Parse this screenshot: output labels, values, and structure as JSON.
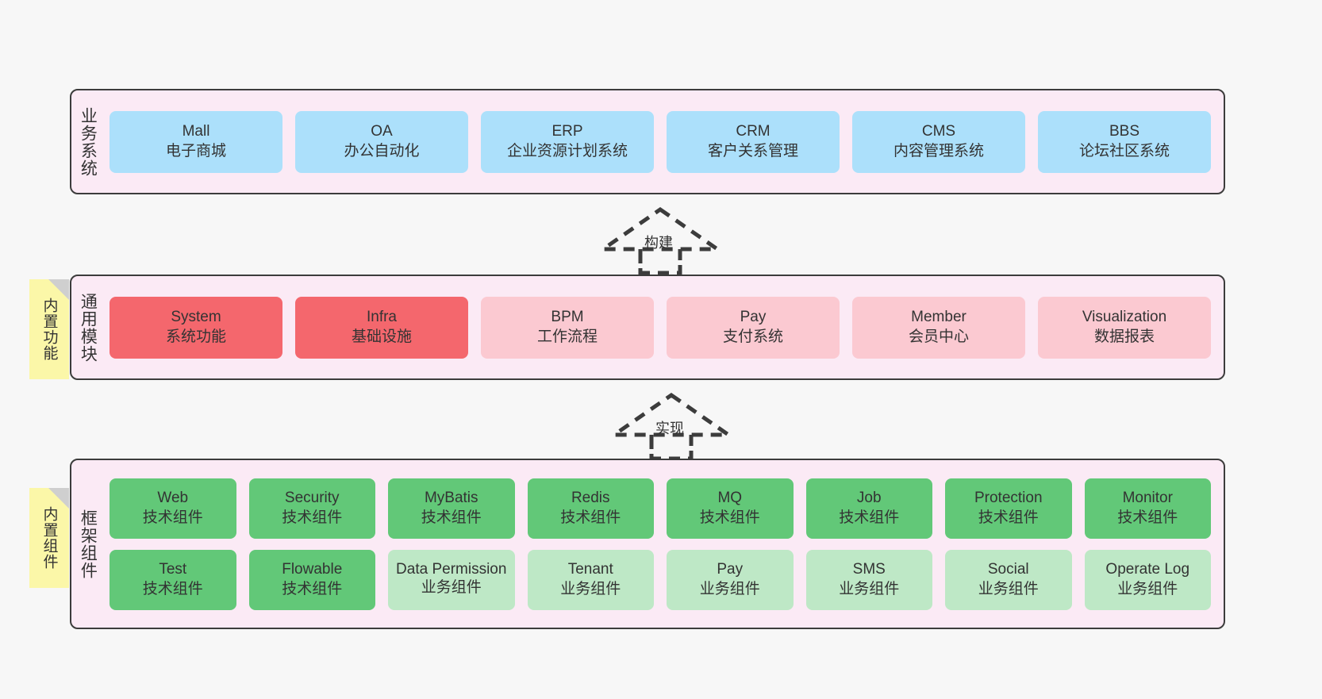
{
  "diagram": {
    "background_color": "#f7f7f7",
    "panel_color": "#fbeaf5",
    "border_color": "#3c3c3c"
  },
  "layers": [
    {
      "id": "business-system",
      "title": "业务系统",
      "cards": [
        {
          "en": "Mall",
          "cn": "电子商城",
          "color": "#ace0fb",
          "style": "blue"
        },
        {
          "en": "OA",
          "cn": "办公自动化",
          "color": "#ace0fb",
          "style": "blue"
        },
        {
          "en": "ERP",
          "cn": "企业资源计划系统",
          "color": "#ace0fb",
          "style": "blue"
        },
        {
          "en": "CRM",
          "cn": "客户关系管理",
          "color": "#ace0fb",
          "style": "blue"
        },
        {
          "en": "CMS",
          "cn": "内容管理系统",
          "color": "#ace0fb",
          "style": "blue"
        },
        {
          "en": "BBS",
          "cn": "论坛社区系统",
          "color": "#ace0fb",
          "style": "blue"
        }
      ]
    },
    {
      "id": "common-module",
      "title": "通用模块",
      "note": "内置功能",
      "cards": [
        {
          "en": "System",
          "cn": "系统功能",
          "color": "#f4676d",
          "style": "red"
        },
        {
          "en": "Infra",
          "cn": "基础设施",
          "color": "#f4676d",
          "style": "red"
        },
        {
          "en": "BPM",
          "cn": "工作流程",
          "color": "#fbc9d1",
          "style": "pink"
        },
        {
          "en": "Pay",
          "cn": "支付系统",
          "color": "#fbc9d1",
          "style": "pink"
        },
        {
          "en": "Member",
          "cn": "会员中心",
          "color": "#fbc9d1",
          "style": "pink"
        },
        {
          "en": "Visualization",
          "cn": "数据报表",
          "color": "#fbc9d1",
          "style": "pink"
        }
      ]
    },
    {
      "id": "framework-component",
      "title": "框架组件",
      "note": "内置组件",
      "rows": [
        [
          {
            "en": "Web",
            "cn": "技术组件",
            "color": "#62c878",
            "style": "green"
          },
          {
            "en": "Security",
            "cn": "技术组件",
            "color": "#62c878",
            "style": "green"
          },
          {
            "en": "MyBatis",
            "cn": "技术组件",
            "color": "#62c878",
            "style": "green"
          },
          {
            "en": "Redis",
            "cn": "技术组件",
            "color": "#62c878",
            "style": "green"
          },
          {
            "en": "MQ",
            "cn": "技术组件",
            "color": "#62c878",
            "style": "green"
          },
          {
            "en": "Job",
            "cn": "技术组件",
            "color": "#62c878",
            "style": "green"
          },
          {
            "en": "Protection",
            "cn": "技术组件",
            "color": "#62c878",
            "style": "green"
          },
          {
            "en": "Monitor",
            "cn": "技术组件",
            "color": "#62c878",
            "style": "green"
          }
        ],
        [
          {
            "en": "Test",
            "cn": "技术组件",
            "color": "#62c878",
            "style": "green"
          },
          {
            "en": "Flowable",
            "cn": "技术组件",
            "color": "#62c878",
            "style": "green"
          },
          {
            "en": "Data Permission",
            "cn": "业务组件",
            "color": "#bee8c6",
            "style": "lightgreen"
          },
          {
            "en": "Tenant",
            "cn": "业务组件",
            "color": "#bee8c6",
            "style": "lightgreen"
          },
          {
            "en": "Pay",
            "cn": "业务组件",
            "color": "#bee8c6",
            "style": "lightgreen"
          },
          {
            "en": "SMS",
            "cn": "业务组件",
            "color": "#bee8c6",
            "style": "lightgreen"
          },
          {
            "en": "Social",
            "cn": "业务组件",
            "color": "#bee8c6",
            "style": "lightgreen"
          },
          {
            "en": "Operate Log",
            "cn": "业务组件",
            "color": "#bee8c6",
            "style": "lightgreen"
          }
        ]
      ]
    }
  ],
  "connectors": [
    {
      "id": "build",
      "label": "构建",
      "from": "common-module",
      "to": "business-system"
    },
    {
      "id": "implement",
      "label": "实现",
      "from": "framework-component",
      "to": "common-module"
    }
  ]
}
